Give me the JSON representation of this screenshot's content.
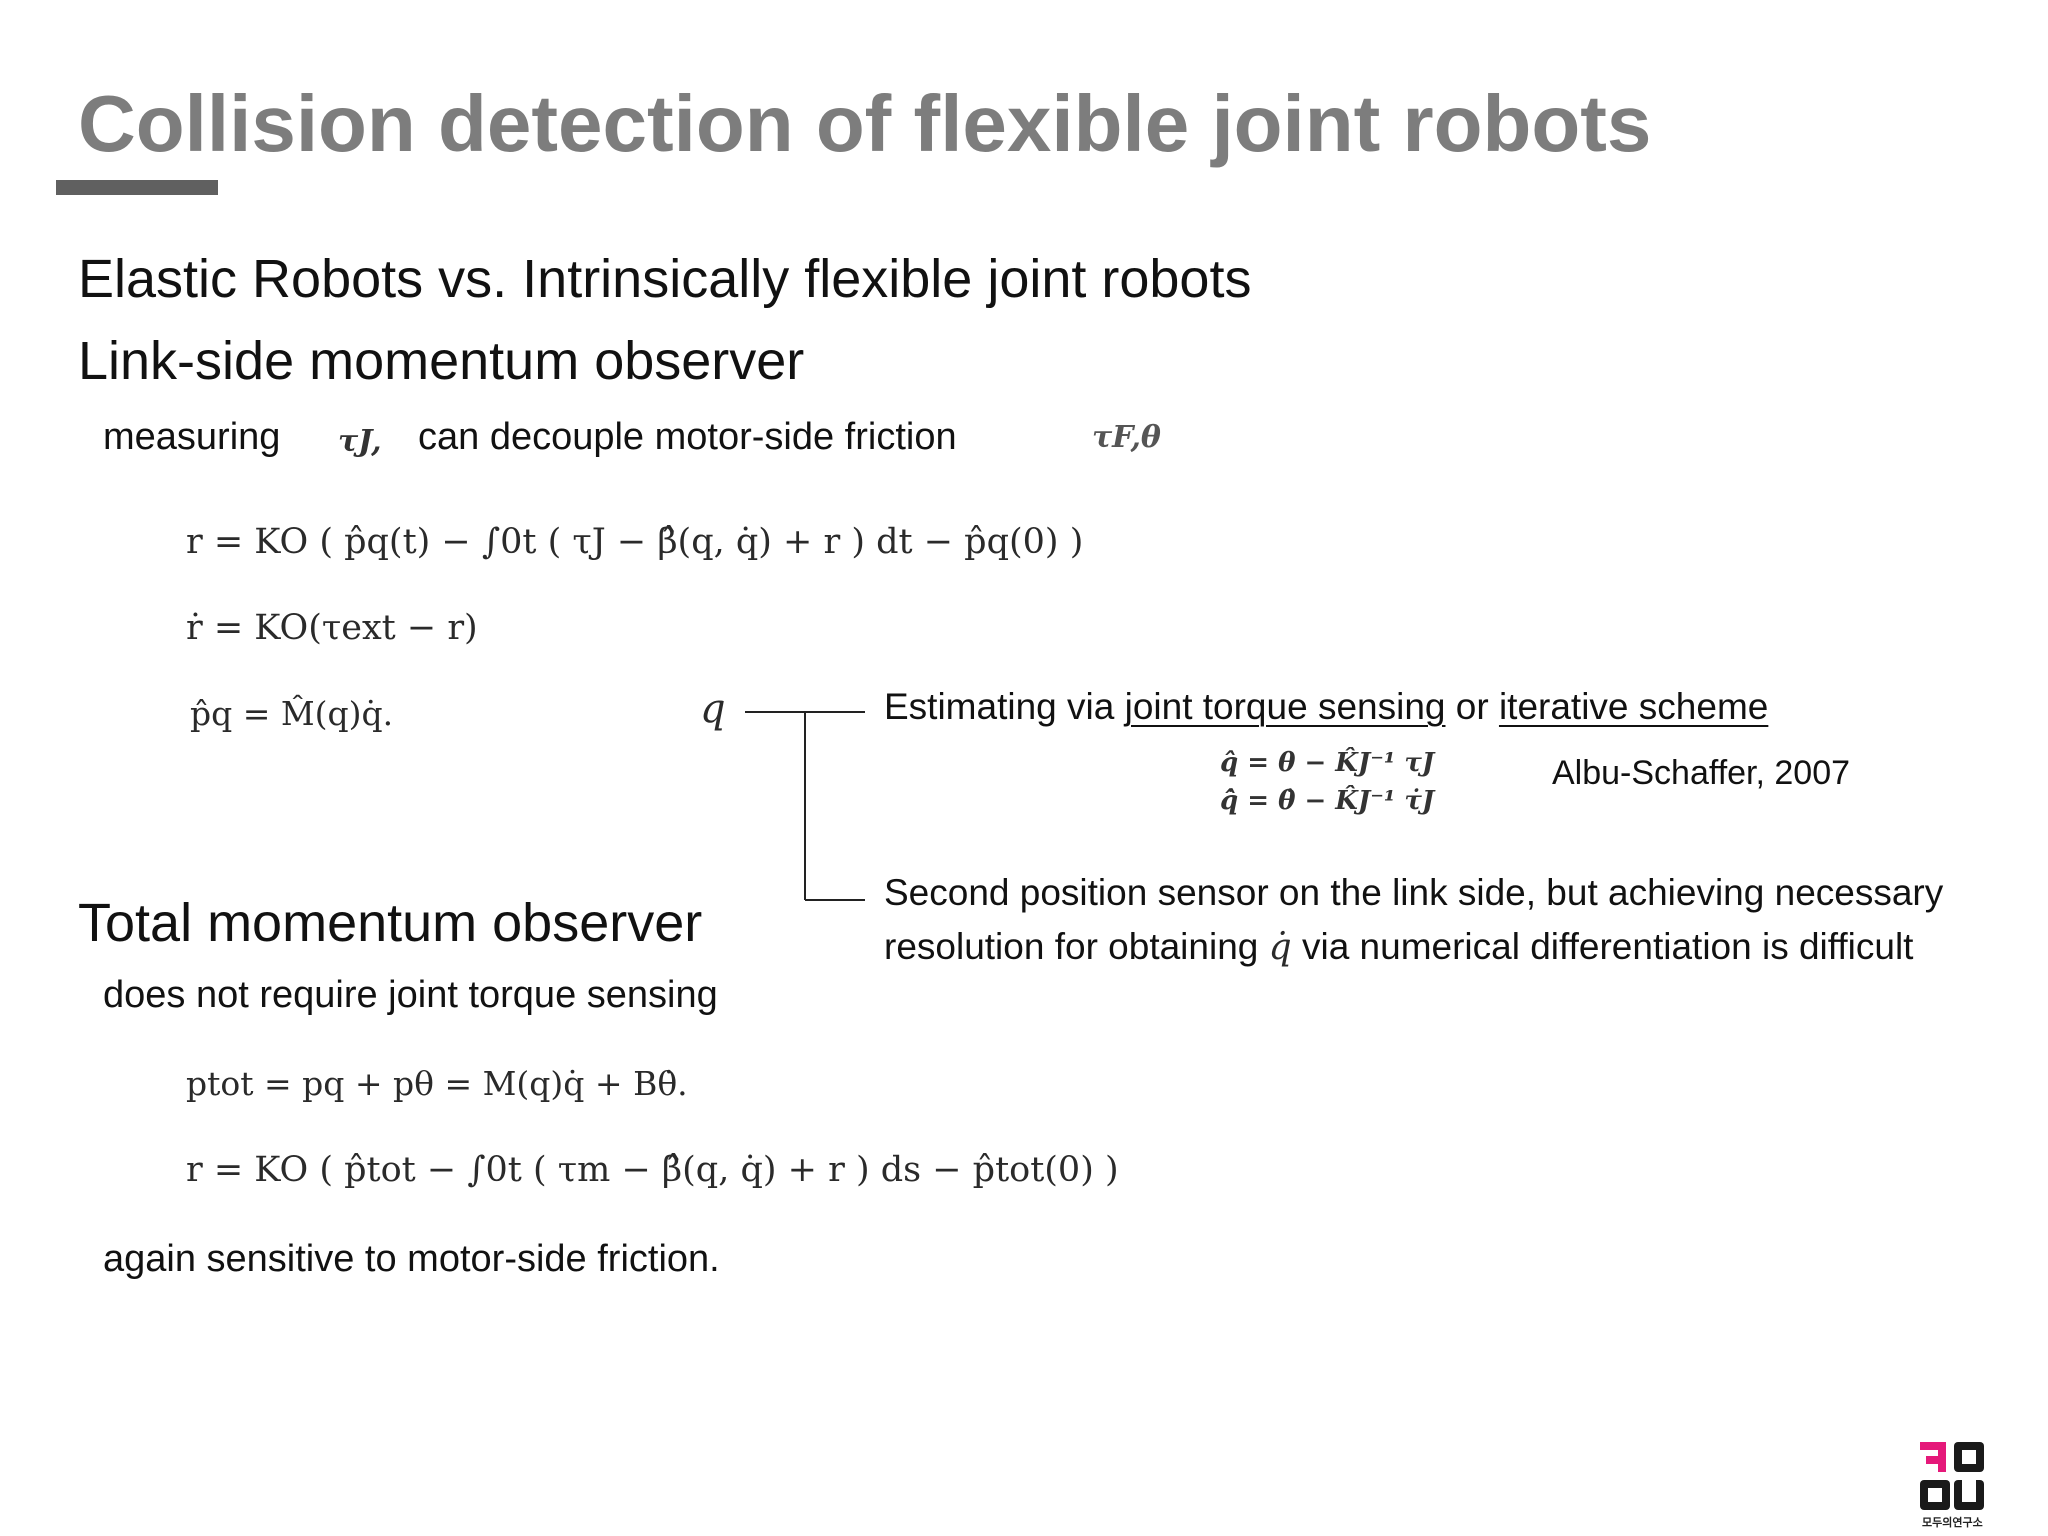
{
  "slide": {
    "title": "Collision detection of flexible joint robots",
    "bullet1": "Elastic Robots vs. Intrinsically flexible joint robots",
    "bullet2": "Link-side momentum observer",
    "measuring_prefix": "measuring",
    "measuring_tau": "τJ,",
    "measuring_suffix": "can decouple motor-side friction",
    "measuring_friction": "τF,θ",
    "eq_r_link": "r = KO ( p̂q(t) − ∫0t ( τJ − β̂(q, q̇) + r ) dt − p̂q(0) )",
    "eq_rdot": "ṙ = KO(τext − r)",
    "eq_pq": "p̂q = M̂(q)q̇.",
    "q_symbol": "q",
    "estimate_prefix": "Estimating via",
    "estimate_link1": "joint torque sensing",
    "estimate_or": "or",
    "estimate_link2": "iterative scheme",
    "eq_qhat": "q̂ = θ − K̂J⁻¹ τJ",
    "eq_qdothat": "q̂̇ = θ̇ − K̂J⁻¹ τ̇J",
    "citation": "Albu-Schaffer, 2007",
    "second_sensor_line1": "Second position sensor on the link side, but achieving necessary",
    "second_sensor_line2_a": "resolution for obtaining",
    "second_sensor_qdot": "q̇",
    "second_sensor_line2_b": "via numerical differentiation is difficult",
    "bullet3": "Total momentum observer",
    "total_note": "does not require joint torque sensing",
    "eq_ptot": "ptot = pq + pθ = M(q)q̇ + Bθ̇.",
    "eq_r_total": "r = KO ( p̂tot − ∫0t ( τm − β̂(q, q̇) + r ) ds − p̂tot(0) )",
    "again_note": "again sensitive to motor-side friction.",
    "logo_text": "모두의연구소"
  }
}
